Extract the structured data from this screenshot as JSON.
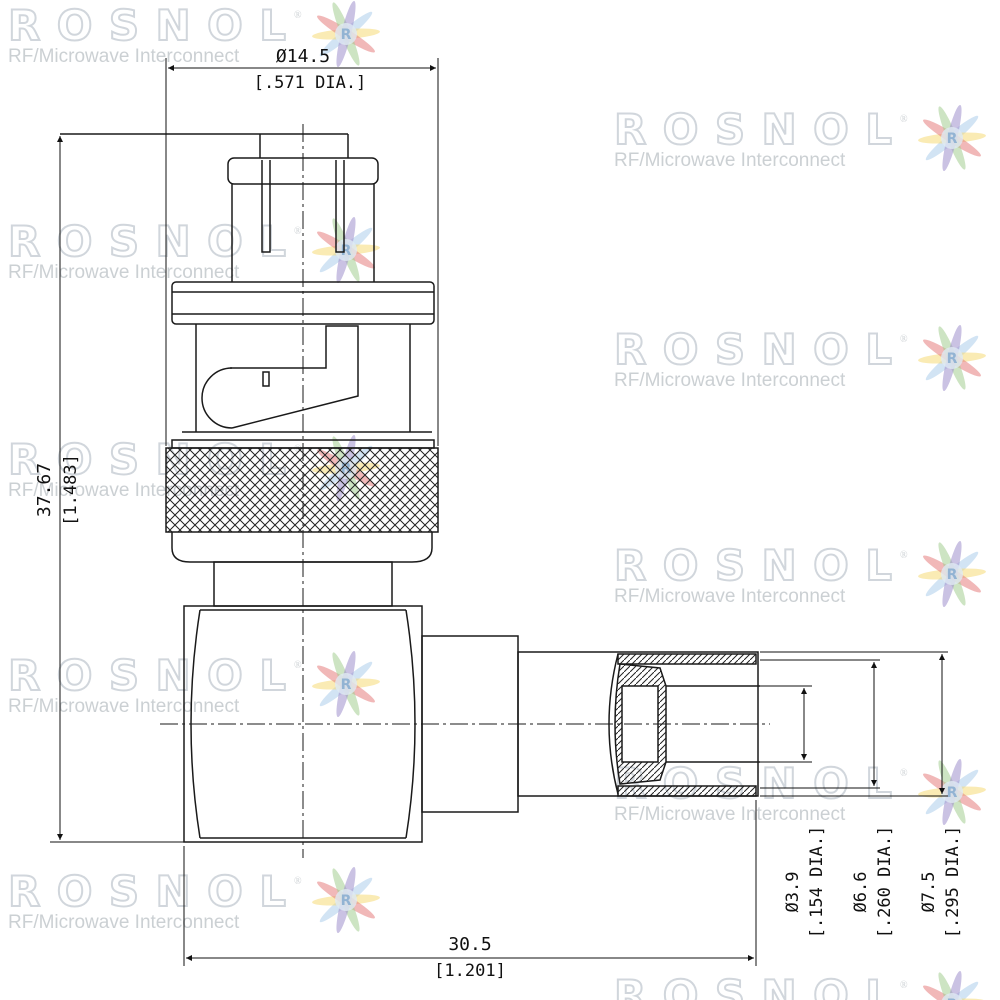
{
  "watermark": {
    "brand": "ROSNOL",
    "tagline": "RF/Microwave Interconnect",
    "registered": "®",
    "logo_letter": "R",
    "colors": {
      "brand": "#c9d0d6",
      "tagline": "#c3c8cc",
      "logo": [
        "#9fc5e8",
        "#f4d35e",
        "#e06666",
        "#93c47d",
        "#8e7cc3"
      ]
    }
  },
  "dimensions": {
    "top_diameter": {
      "metric": "Ø14.5",
      "imperial": "[.571 DIA.]"
    },
    "height": {
      "metric": "37.67",
      "imperial": "[1.483]"
    },
    "width": {
      "metric": "30.5",
      "imperial": "[1.201]"
    },
    "d1": {
      "metric": "Ø3.9",
      "imperial": "[.154 DIA.]"
    },
    "d2": {
      "metric": "Ø6.6",
      "imperial": "[.260 DIA.]"
    },
    "d3": {
      "metric": "Ø7.5",
      "imperial": "[.295 DIA.]"
    }
  },
  "colors": {
    "line": "#1a1a1a",
    "hatch": "#333333"
  }
}
